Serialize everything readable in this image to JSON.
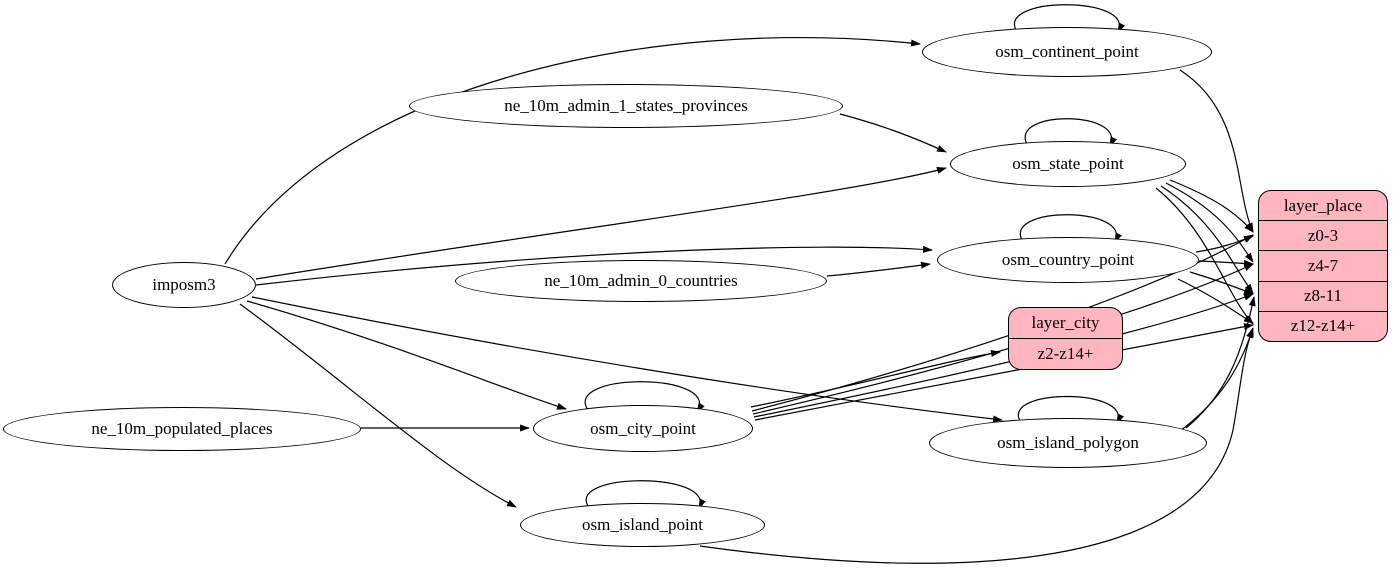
{
  "diagram": {
    "background_color": "#ffffff",
    "edge_color": "#000000",
    "record_fill_color": "#ffb6c1",
    "nodes": {
      "imposm3": {
        "label": "imposm3",
        "shape": "ellipse"
      },
      "ne_10m_admin_1_states_provinces": {
        "label": "ne_10m_admin_1_states_provinces",
        "shape": "ellipse"
      },
      "ne_10m_admin_0_countries": {
        "label": "ne_10m_admin_0_countries",
        "shape": "ellipse"
      },
      "ne_10m_populated_places": {
        "label": "ne_10m_populated_places",
        "shape": "ellipse"
      },
      "osm_continent_point": {
        "label": "osm_continent_point",
        "shape": "ellipse"
      },
      "osm_state_point": {
        "label": "osm_state_point",
        "shape": "ellipse"
      },
      "osm_country_point": {
        "label": "osm_country_point",
        "shape": "ellipse"
      },
      "osm_city_point": {
        "label": "osm_city_point",
        "shape": "ellipse"
      },
      "osm_island_polygon": {
        "label": "osm_island_polygon",
        "shape": "ellipse"
      },
      "osm_island_point": {
        "label": "osm_island_point",
        "shape": "ellipse"
      }
    },
    "layer_place": {
      "title": "layer_place",
      "rows": [
        "z0-3",
        "z4-7",
        "z8-11",
        "z12-z14+"
      ]
    },
    "layer_city": {
      "title": "layer_city",
      "rows": [
        "z2-z14+"
      ]
    },
    "edges": [
      {
        "from": "imposm3",
        "to": "osm_continent_point"
      },
      {
        "from": "imposm3",
        "to": "osm_state_point"
      },
      {
        "from": "imposm3",
        "to": "osm_country_point"
      },
      {
        "from": "imposm3",
        "to": "osm_city_point"
      },
      {
        "from": "imposm3",
        "to": "osm_island_polygon"
      },
      {
        "from": "imposm3",
        "to": "osm_island_point"
      },
      {
        "from": "ne_10m_admin_1_states_provinces",
        "to": "osm_state_point"
      },
      {
        "from": "ne_10m_admin_0_countries",
        "to": "osm_country_point"
      },
      {
        "from": "ne_10m_populated_places",
        "to": "osm_city_point"
      },
      {
        "from": "osm_continent_point",
        "to": "osm_continent_point"
      },
      {
        "from": "osm_state_point",
        "to": "osm_state_point"
      },
      {
        "from": "osm_country_point",
        "to": "osm_country_point"
      },
      {
        "from": "osm_city_point",
        "to": "osm_city_point"
      },
      {
        "from": "osm_island_polygon",
        "to": "osm_island_polygon"
      },
      {
        "from": "osm_island_point",
        "to": "osm_island_point"
      },
      {
        "from": "osm_continent_point",
        "to": "layer_place.z0-3"
      },
      {
        "from": "osm_state_point",
        "to": "layer_place.z0-3"
      },
      {
        "from": "osm_state_point",
        "to": "layer_place.z4-7"
      },
      {
        "from": "osm_state_point",
        "to": "layer_place.z8-11"
      },
      {
        "from": "osm_state_point",
        "to": "layer_place.z12-z14+"
      },
      {
        "from": "osm_country_point",
        "to": "layer_place.z0-3"
      },
      {
        "from": "osm_country_point",
        "to": "layer_place.z4-7"
      },
      {
        "from": "osm_country_point",
        "to": "layer_place.z8-11"
      },
      {
        "from": "osm_country_point",
        "to": "layer_place.z12-z14+"
      },
      {
        "from": "osm_city_point",
        "to": "layer_city.z2-z14+"
      },
      {
        "from": "osm_city_point",
        "to": "layer_place.z0-3"
      },
      {
        "from": "osm_city_point",
        "to": "layer_place.z4-7"
      },
      {
        "from": "osm_city_point",
        "to": "layer_place.z8-11"
      },
      {
        "from": "osm_city_point",
        "to": "layer_place.z12-z14+"
      },
      {
        "from": "osm_island_polygon",
        "to": "layer_place.z8-11"
      },
      {
        "from": "osm_island_polygon",
        "to": "layer_place.z12-z14+"
      },
      {
        "from": "osm_island_point",
        "to": "layer_place.z12-z14+"
      }
    ]
  }
}
